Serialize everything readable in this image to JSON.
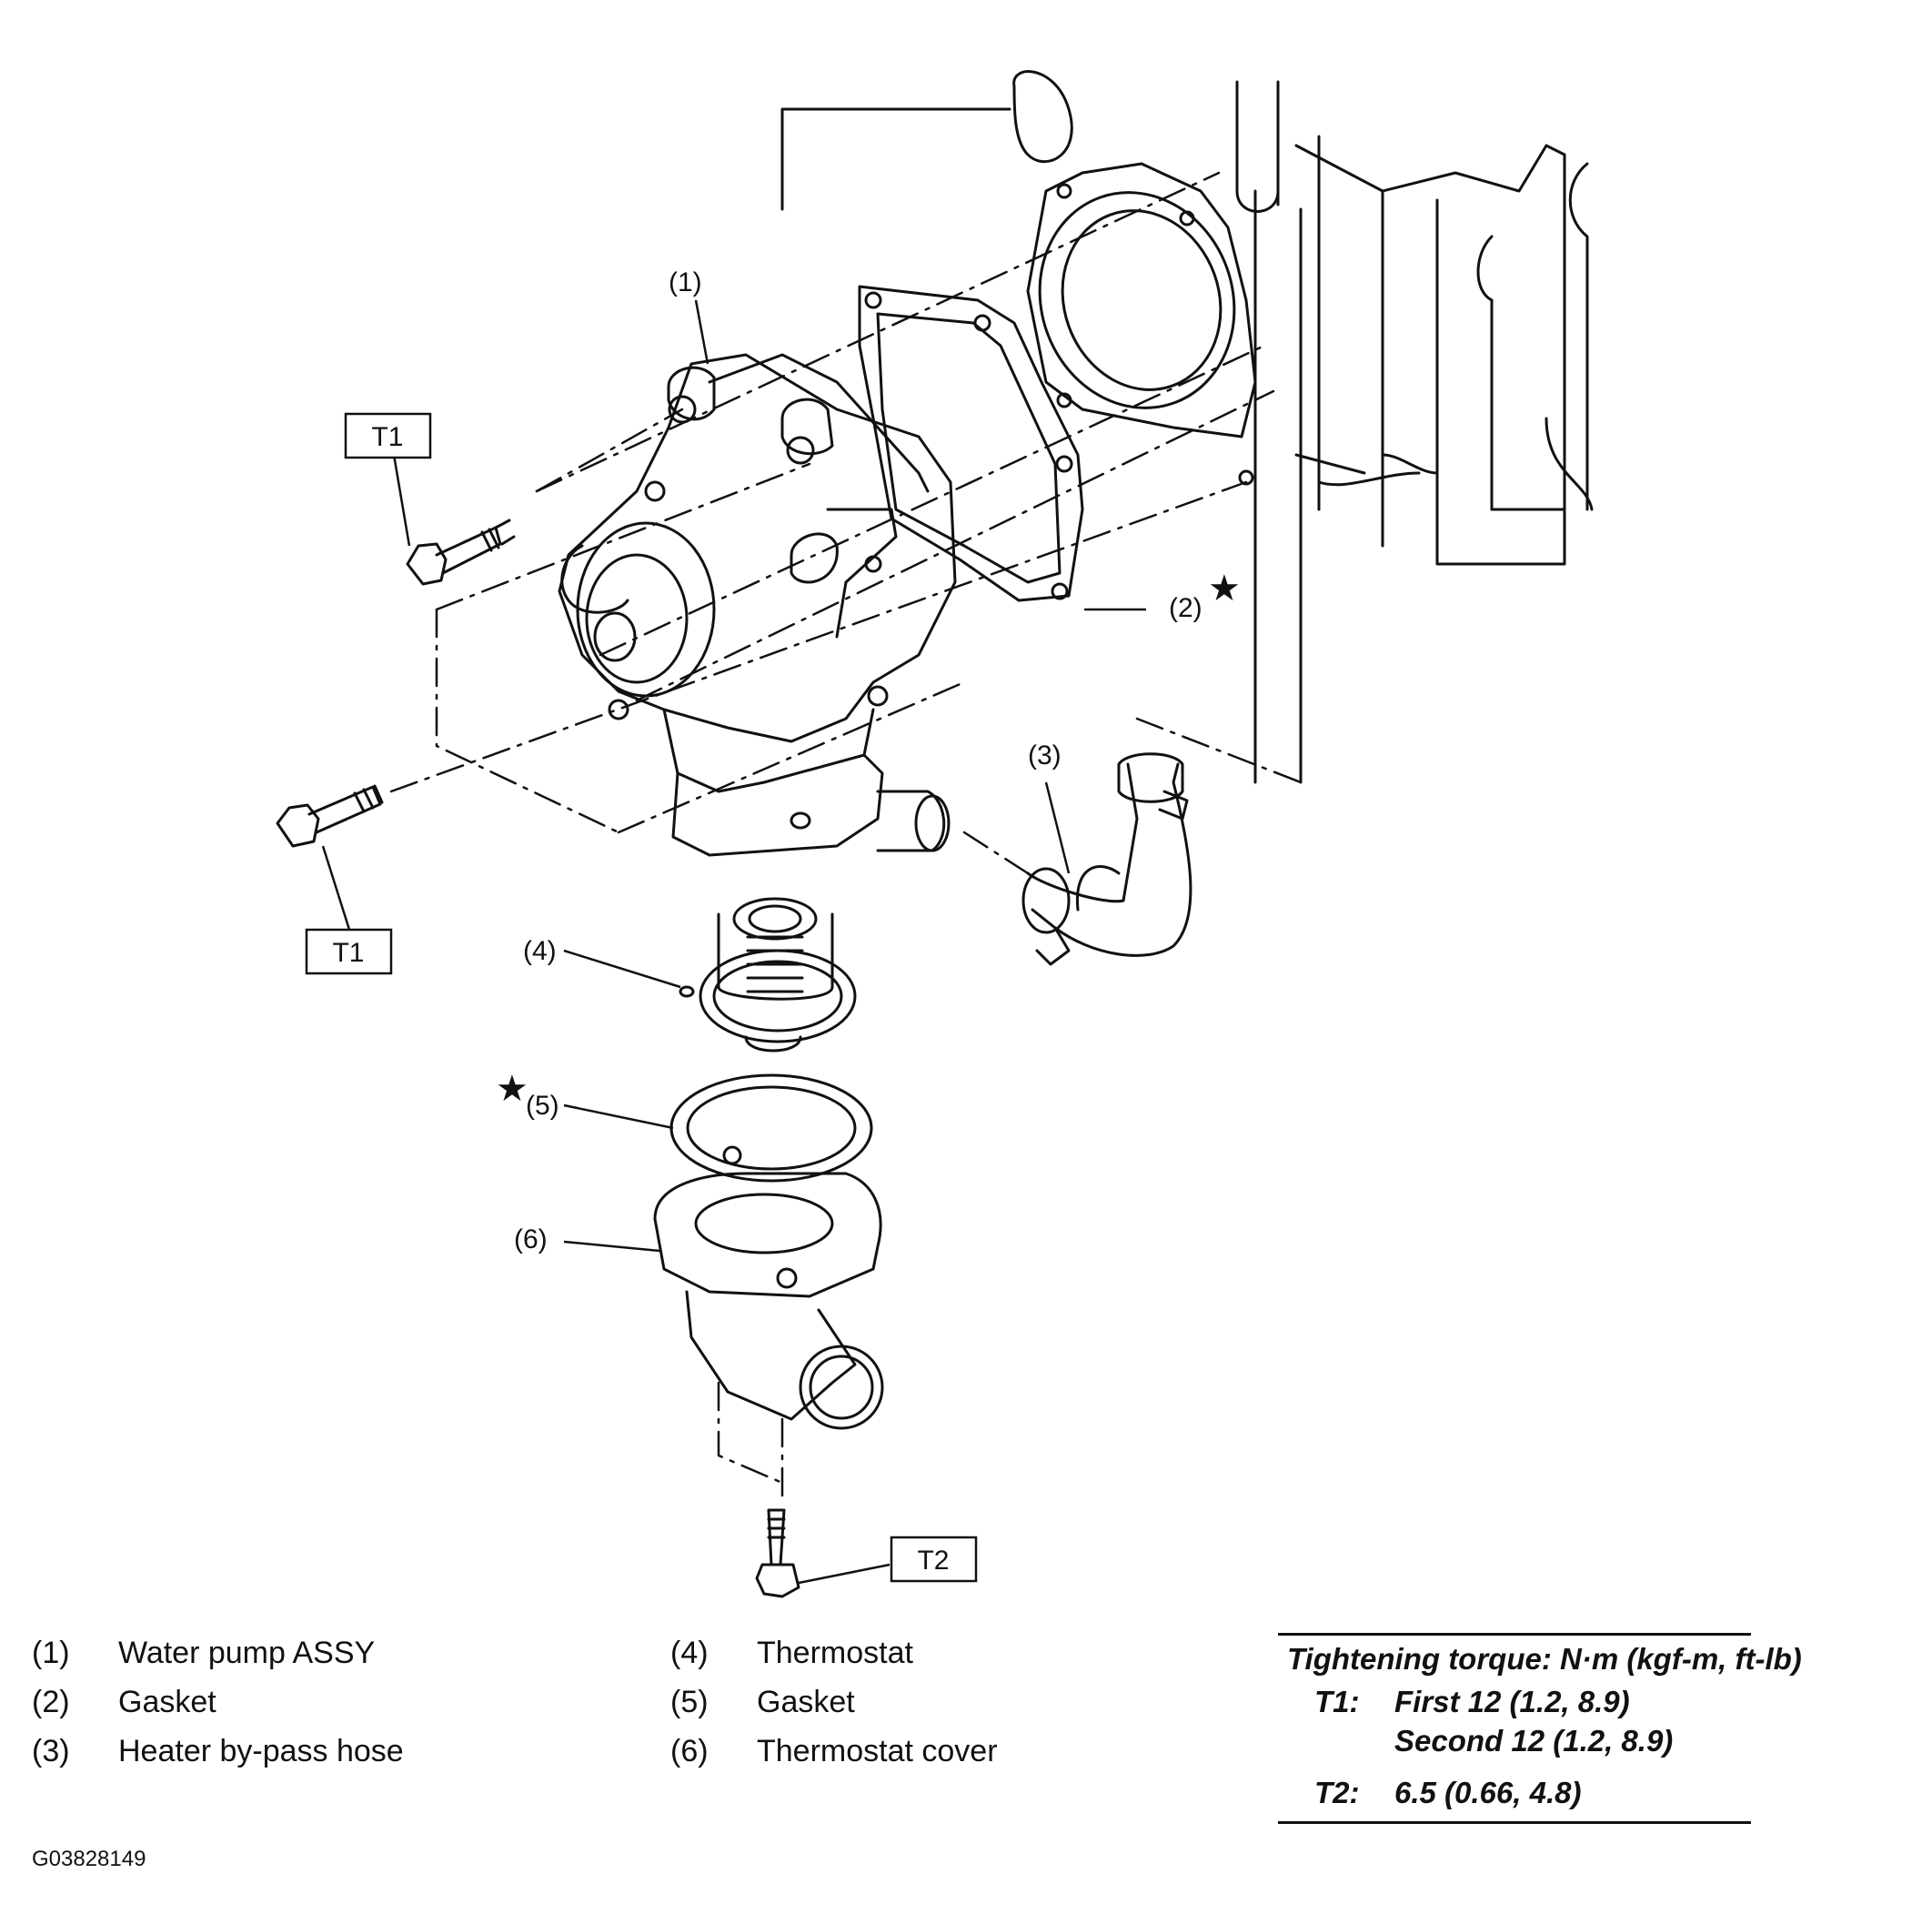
{
  "diagram": {
    "callouts": [
      "(1)",
      "(2)",
      "(3)",
      "(4)",
      "(5)",
      "(6)"
    ],
    "torque_tags": [
      "T1",
      "T1",
      "T2"
    ],
    "star_symbol": "★"
  },
  "legend": {
    "items": [
      {
        "num": "(1)",
        "name": "Water pump ASSY"
      },
      {
        "num": "(2)",
        "name": "Gasket"
      },
      {
        "num": "(3)",
        "name": "Heater by-pass hose"
      },
      {
        "num": "(4)",
        "name": "Thermostat"
      },
      {
        "num": "(5)",
        "name": "Gasket"
      },
      {
        "num": "(6)",
        "name": "Thermostat cover"
      }
    ]
  },
  "torque": {
    "heading": "Tightening torque: N·m (kgf-m, ft-lb)",
    "t1_label": "T1:",
    "t1_first": "First 12 (1.2, 8.9)",
    "t1_second": "Second 12 (1.2, 8.9)",
    "t2_label": "T2:",
    "t2_value": "6.5 (0.66, 4.8)"
  },
  "figure_code": "G03828149"
}
